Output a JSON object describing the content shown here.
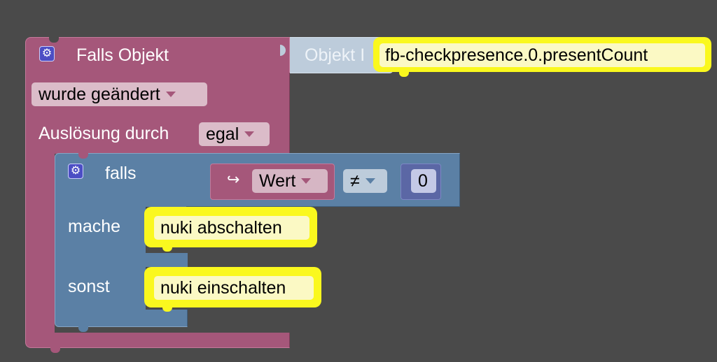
{
  "event_block": {
    "title": "Falls Objekt",
    "icon": "gear-icon",
    "trigger_select": "wurde geändert",
    "source_label": "Auslösung durch",
    "source_select": "egal"
  },
  "object_id_block": {
    "label": "Objekt I",
    "value": "fb-checkpresence.0.presentCount"
  },
  "if_block": {
    "icon": "gear-icon",
    "if_label": "falls",
    "do_label": "mache",
    "else_label": "sonst",
    "condition": {
      "arrow": "↪",
      "value_select": "Wert",
      "operator_select": "≠",
      "number": "0"
    },
    "do_action": "nuki abschalten",
    "else_action": "nuki einschalten"
  },
  "colors": {
    "canvas": "#4a4a4a",
    "event_block": "#a5577a",
    "logic_block": "#5b80a5",
    "number_block": "#5b67a5",
    "highlight": "#faf81e"
  }
}
